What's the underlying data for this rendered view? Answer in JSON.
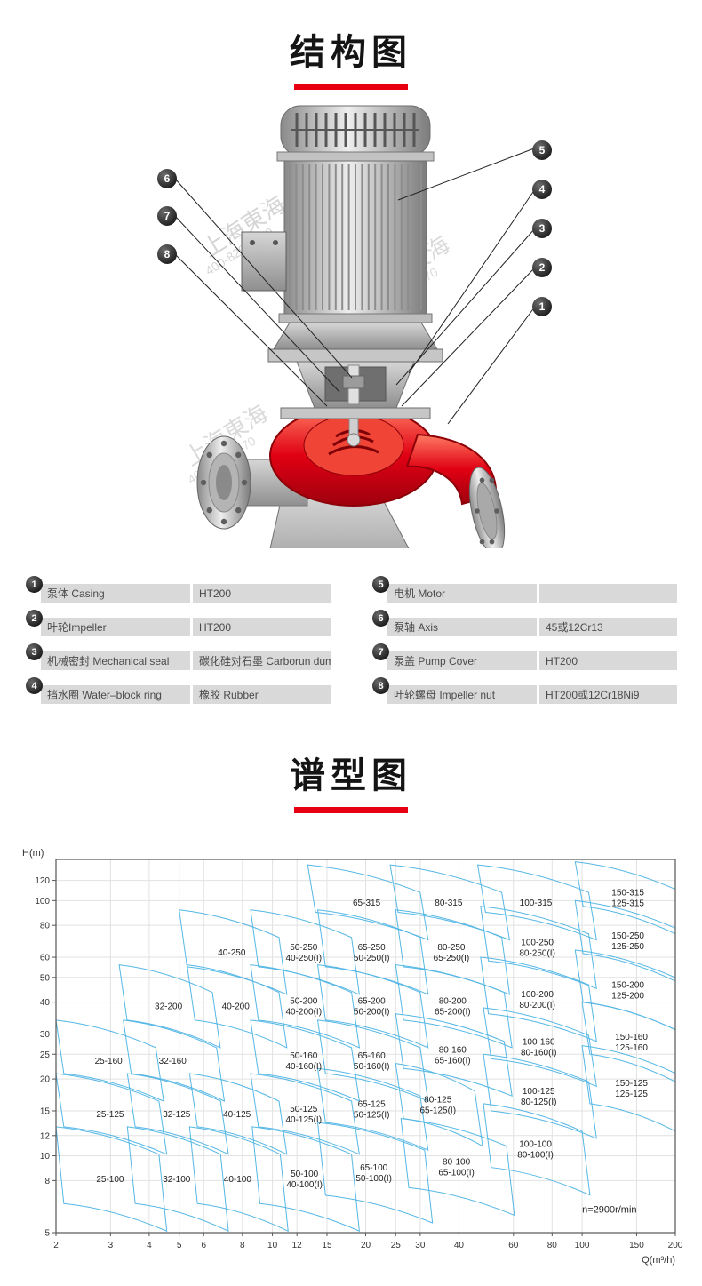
{
  "structure_section": {
    "title": "结构图",
    "watermark": {
      "line1": "上海東海",
      "line2": "400-820-6570"
    },
    "callouts": [
      "1",
      "2",
      "3",
      "4",
      "5",
      "6",
      "7",
      "8"
    ],
    "parts_left": [
      {
        "no": "1",
        "name": "泵体 Casing",
        "material": "HT200"
      },
      {
        "no": "2",
        "name": "叶轮Impeller",
        "material": "HT200"
      },
      {
        "no": "3",
        "name": "机械密封 Mechanical seal",
        "material": "碳化硅对石墨 Carborun dum"
      },
      {
        "no": "4",
        "name": "挡水圈 Water–block ring",
        "material": "橡胶 Rubber"
      }
    ],
    "parts_right": [
      {
        "no": "5",
        "name": "电机 Motor",
        "material": ""
      },
      {
        "no": "6",
        "name": "泵轴 Axis",
        "material": "45或12Cr13"
      },
      {
        "no": "7",
        "name": "泵盖 Pump Cover",
        "material": "HT200"
      },
      {
        "no": "8",
        "name": "叶轮螺母 Impeller nut",
        "material": "HT200或12Cr18Ni9"
      }
    ]
  },
  "chart_section": {
    "title": "谱型图"
  },
  "chart_data": {
    "type": "area",
    "title": "谱型图",
    "xlabel": "Q(m³/h)",
    "ylabel": "H(m)",
    "xlim": [
      2,
      200
    ],
    "ylim": [
      5,
      145
    ],
    "x_ticks": [
      2,
      3,
      4,
      5,
      6,
      8,
      10,
      12,
      15,
      20,
      25,
      30,
      40,
      60,
      80,
      100,
      150,
      200
    ],
    "y_ticks": [
      5,
      8,
      10,
      12,
      15,
      20,
      25,
      30,
      40,
      50,
      60,
      80,
      100,
      120
    ],
    "grid": true,
    "annotation": "n=2900r/min",
    "outline_color": "#55b7e5",
    "regions": [
      {
        "labels": [
          "65-315"
        ],
        "q": [
          13,
          30
        ],
        "h": [
          90,
          138
        ]
      },
      {
        "labels": [
          "80-315"
        ],
        "q": [
          24,
          55
        ],
        "h": [
          90,
          138
        ]
      },
      {
        "labels": [
          "100-315"
        ],
        "q": [
          46,
          105
        ],
        "h": [
          90,
          138
        ]
      },
      {
        "labels": [
          "150-315",
          "125-315"
        ],
        "q": [
          95,
          200
        ],
        "h": [
          95,
          142
        ]
      },
      {
        "labels": [
          "40-250"
        ],
        "q": [
          5,
          10.5
        ],
        "h": [
          55,
          92
        ]
      },
      {
        "labels": [
          "50-250",
          "40-250(I)"
        ],
        "q": [
          8.5,
          18
        ],
        "h": [
          55,
          92
        ]
      },
      {
        "labels": [
          "65-250",
          "50-250(I)"
        ],
        "q": [
          14,
          30
        ],
        "h": [
          55,
          92
        ]
      },
      {
        "labels": [
          "80-250",
          "65-250(I)"
        ],
        "q": [
          25,
          55
        ],
        "h": [
          55,
          92
        ]
      },
      {
        "labels": [
          "100-250",
          "80-250(I)"
        ],
        "q": [
          47,
          105
        ],
        "h": [
          58,
          95
        ]
      },
      {
        "labels": [
          "150-250",
          "125-250"
        ],
        "q": [
          95,
          200
        ],
        "h": [
          62,
          100
        ]
      },
      {
        "labels": [
          "32-200"
        ],
        "q": [
          3.2,
          6.4
        ],
        "h": [
          34,
          56
        ]
      },
      {
        "labels": [
          "40-200"
        ],
        "q": [
          5.3,
          10.5
        ],
        "h": [
          34,
          56
        ]
      },
      {
        "labels": [
          "50-200",
          "40-200(I)"
        ],
        "q": [
          8.5,
          18
        ],
        "h": [
          34,
          56
        ]
      },
      {
        "labels": [
          "65-200",
          "50-200(I)"
        ],
        "q": [
          14,
          30
        ],
        "h": [
          34,
          56
        ]
      },
      {
        "labels": [
          "80-200",
          "65-200(I)"
        ],
        "q": [
          25,
          56
        ],
        "h": [
          34,
          56
        ]
      },
      {
        "labels": [
          "100-200",
          "80-200(I)"
        ],
        "q": [
          47,
          105
        ],
        "h": [
          36,
          60
        ]
      },
      {
        "labels": [
          "150-200",
          "125-200"
        ],
        "q": [
          95,
          200
        ],
        "h": [
          40,
          64
        ]
      },
      {
        "labels": [
          "25-160"
        ],
        "q": [
          2,
          4.2
        ],
        "h": [
          21,
          34
        ]
      },
      {
        "labels": [
          "32-160"
        ],
        "q": [
          3.3,
          6.6
        ],
        "h": [
          21,
          34
        ]
      },
      {
        "labels": [
          "50-160",
          "40-160(I)"
        ],
        "q": [
          8.5,
          18
        ],
        "h": [
          21,
          34
        ]
      },
      {
        "labels": [
          "65-160",
          "50-160(I)"
        ],
        "q": [
          14,
          30
        ],
        "h": [
          21,
          34
        ]
      },
      {
        "labels": [
          "80-160",
          "65-160(I)"
        ],
        "q": [
          25,
          56
        ],
        "h": [
          22,
          36
        ]
      },
      {
        "labels": [
          "100-160",
          "80-160(I)"
        ],
        "q": [
          48,
          105
        ],
        "h": [
          24,
          38
        ]
      },
      {
        "labels": [
          "150-160",
          "125-160"
        ],
        "q": [
          100,
          200
        ],
        "h": [
          25,
          40
        ]
      },
      {
        "labels": [
          "25-125"
        ],
        "q": [
          2,
          4.3
        ],
        "h": [
          13,
          21
        ]
      },
      {
        "labels": [
          "32-125"
        ],
        "q": [
          3.4,
          6.8
        ],
        "h": [
          13,
          21
        ]
      },
      {
        "labels": [
          "40-125"
        ],
        "q": [
          5.4,
          10.5
        ],
        "h": [
          13,
          21
        ]
      },
      {
        "labels": [
          "50-125",
          "40-125(I)"
        ],
        "q": [
          8.5,
          18
        ],
        "h": [
          13,
          21
        ]
      },
      {
        "labels": [
          "65-125",
          "50-125(I)"
        ],
        "q": [
          14,
          30
        ],
        "h": [
          13.5,
          22
        ]
      },
      {
        "labels": [
          "80-125",
          "65-125(I)"
        ],
        "q": [
          25,
          45
        ],
        "h": [
          14,
          23
        ]
      },
      {
        "labels": [
          "100-125",
          "80-125(I)"
        ],
        "q": [
          48,
          105
        ],
        "h": [
          15,
          25
        ]
      },
      {
        "labels": [
          "150-125",
          "125-125"
        ],
        "q": [
          100,
          200
        ],
        "h": [
          16,
          27
        ]
      },
      {
        "labels": [
          "25-100"
        ],
        "q": [
          2,
          4.3
        ],
        "h": [
          6.5,
          13
        ]
      },
      {
        "labels": [
          "32-100"
        ],
        "q": [
          3.4,
          6.8
        ],
        "h": [
          6.5,
          13
        ]
      },
      {
        "labels": [
          "40-100"
        ],
        "q": [
          5.4,
          10.6
        ],
        "h": [
          6.5,
          13
        ]
      },
      {
        "labels": [
          "50-100",
          "40-100(I)"
        ],
        "q": [
          8.6,
          18
        ],
        "h": [
          6.5,
          13
        ]
      },
      {
        "labels": [
          "65-100",
          "50-100(I)"
        ],
        "q": [
          14,
          31
        ],
        "h": [
          7,
          13.5
        ]
      },
      {
        "labels": [
          "80-100",
          "65-100(I)"
        ],
        "q": [
          26,
          57
        ],
        "h": [
          7.5,
          14
        ]
      },
      {
        "labels": [
          "100-100",
          "80-100(I)"
        ],
        "q": [
          48,
          100
        ],
        "h": [
          9,
          16
        ]
      }
    ]
  }
}
